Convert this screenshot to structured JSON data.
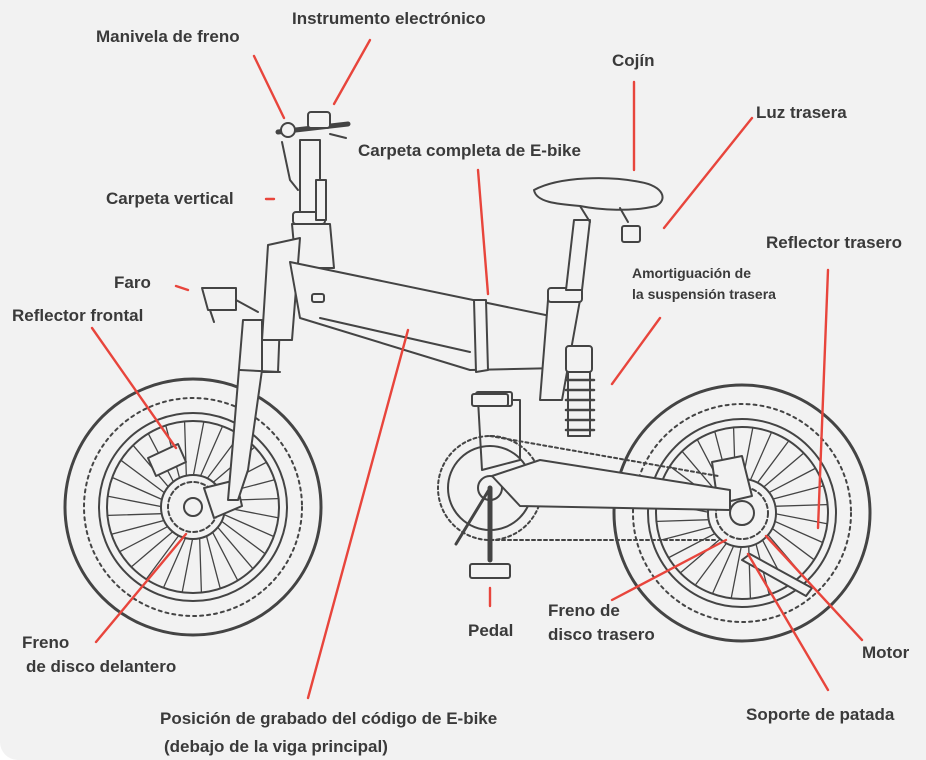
{
  "labels": {
    "brake_lever": "Manivela de freno",
    "display": "Instrumento electrónico",
    "saddle": "Cojín",
    "rear_light": "Luz trasera",
    "full_folder": "Carpeta completa de E-bike",
    "vertical_folder": "Carpeta vertical",
    "rear_reflector": "Reflector trasero",
    "rear_shock_l1": "Amortiguación de",
    "rear_shock_l2": "la suspensión trasera",
    "headlight": "Faro",
    "front_reflector": "Reflector frontal",
    "front_brake_l1": "Freno",
    "front_brake_l2": "de disco delantero",
    "pedal": "Pedal",
    "rear_brake_l1": "Freno de",
    "rear_brake_l2": "disco trasero",
    "motor": "Motor",
    "kickstand": "Soporte de patada",
    "serial_l1": "Posición de grabado del código de E-bike",
    "serial_l2": "(debajo de la viga principal)"
  },
  "colors": {
    "background": "#f2f2f2",
    "leader": "#e8453c",
    "outline": "#444444",
    "text": "#3a3a3a"
  }
}
